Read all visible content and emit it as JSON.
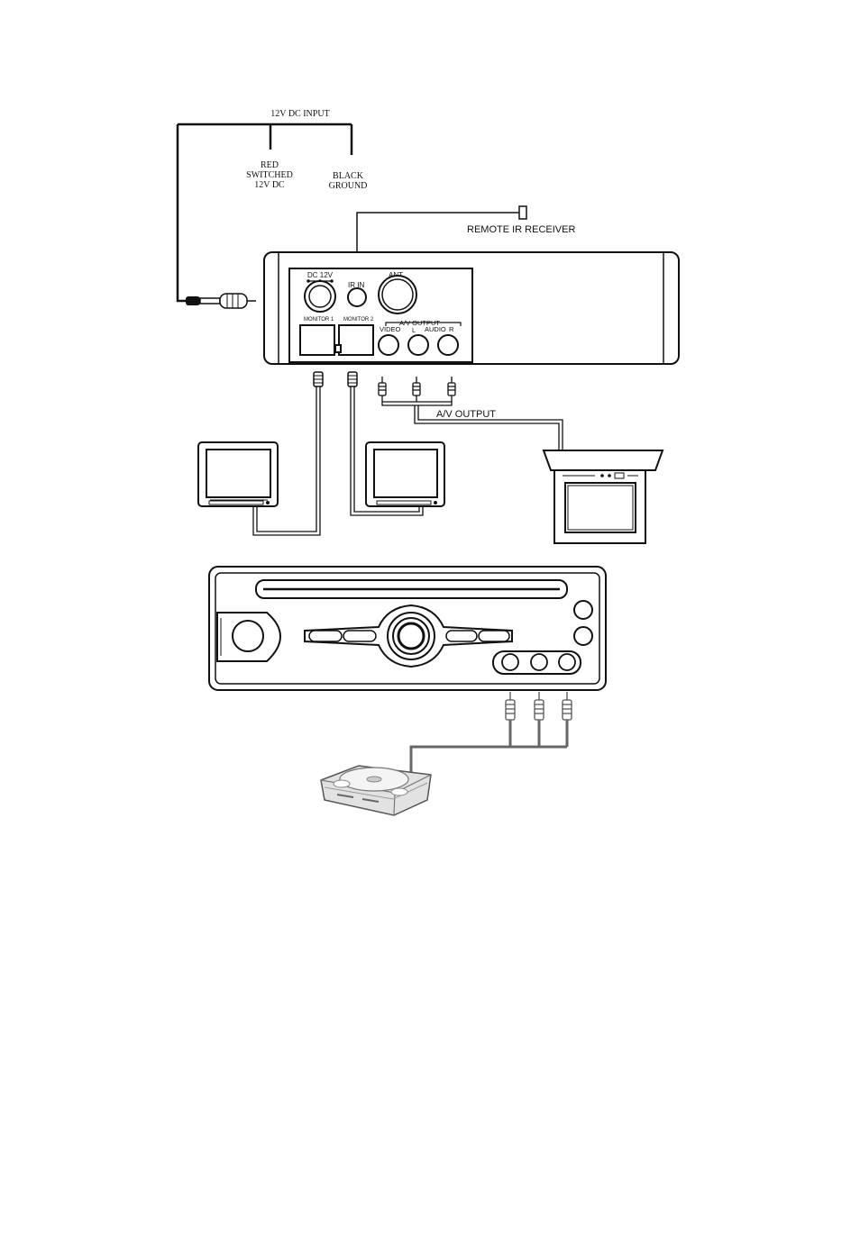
{
  "power": {
    "title": "12V DC INPUT",
    "red_lines": [
      "RED",
      "SWITCHED",
      "12V DC"
    ],
    "black_lines": [
      "BLACK",
      "GROUND"
    ]
  },
  "remote": {
    "label": "REMOTE IR RECEIVER"
  },
  "unit": {
    "dc": "DC 12V",
    "ir": "IR IN",
    "ant": "ANT.",
    "monitor1": "MONITOR 1",
    "monitor2": "MONITOR 2",
    "av_output": "A/V OUTPUT",
    "video": "VIDEO",
    "l": "L",
    "audio": "AUDIO",
    "r": "R"
  },
  "av_cable": {
    "label": "A/V OUTPUT"
  },
  "colors": {
    "line": "#111111",
    "fill": "#ffffff",
    "console_body": "#dcdcdc"
  }
}
